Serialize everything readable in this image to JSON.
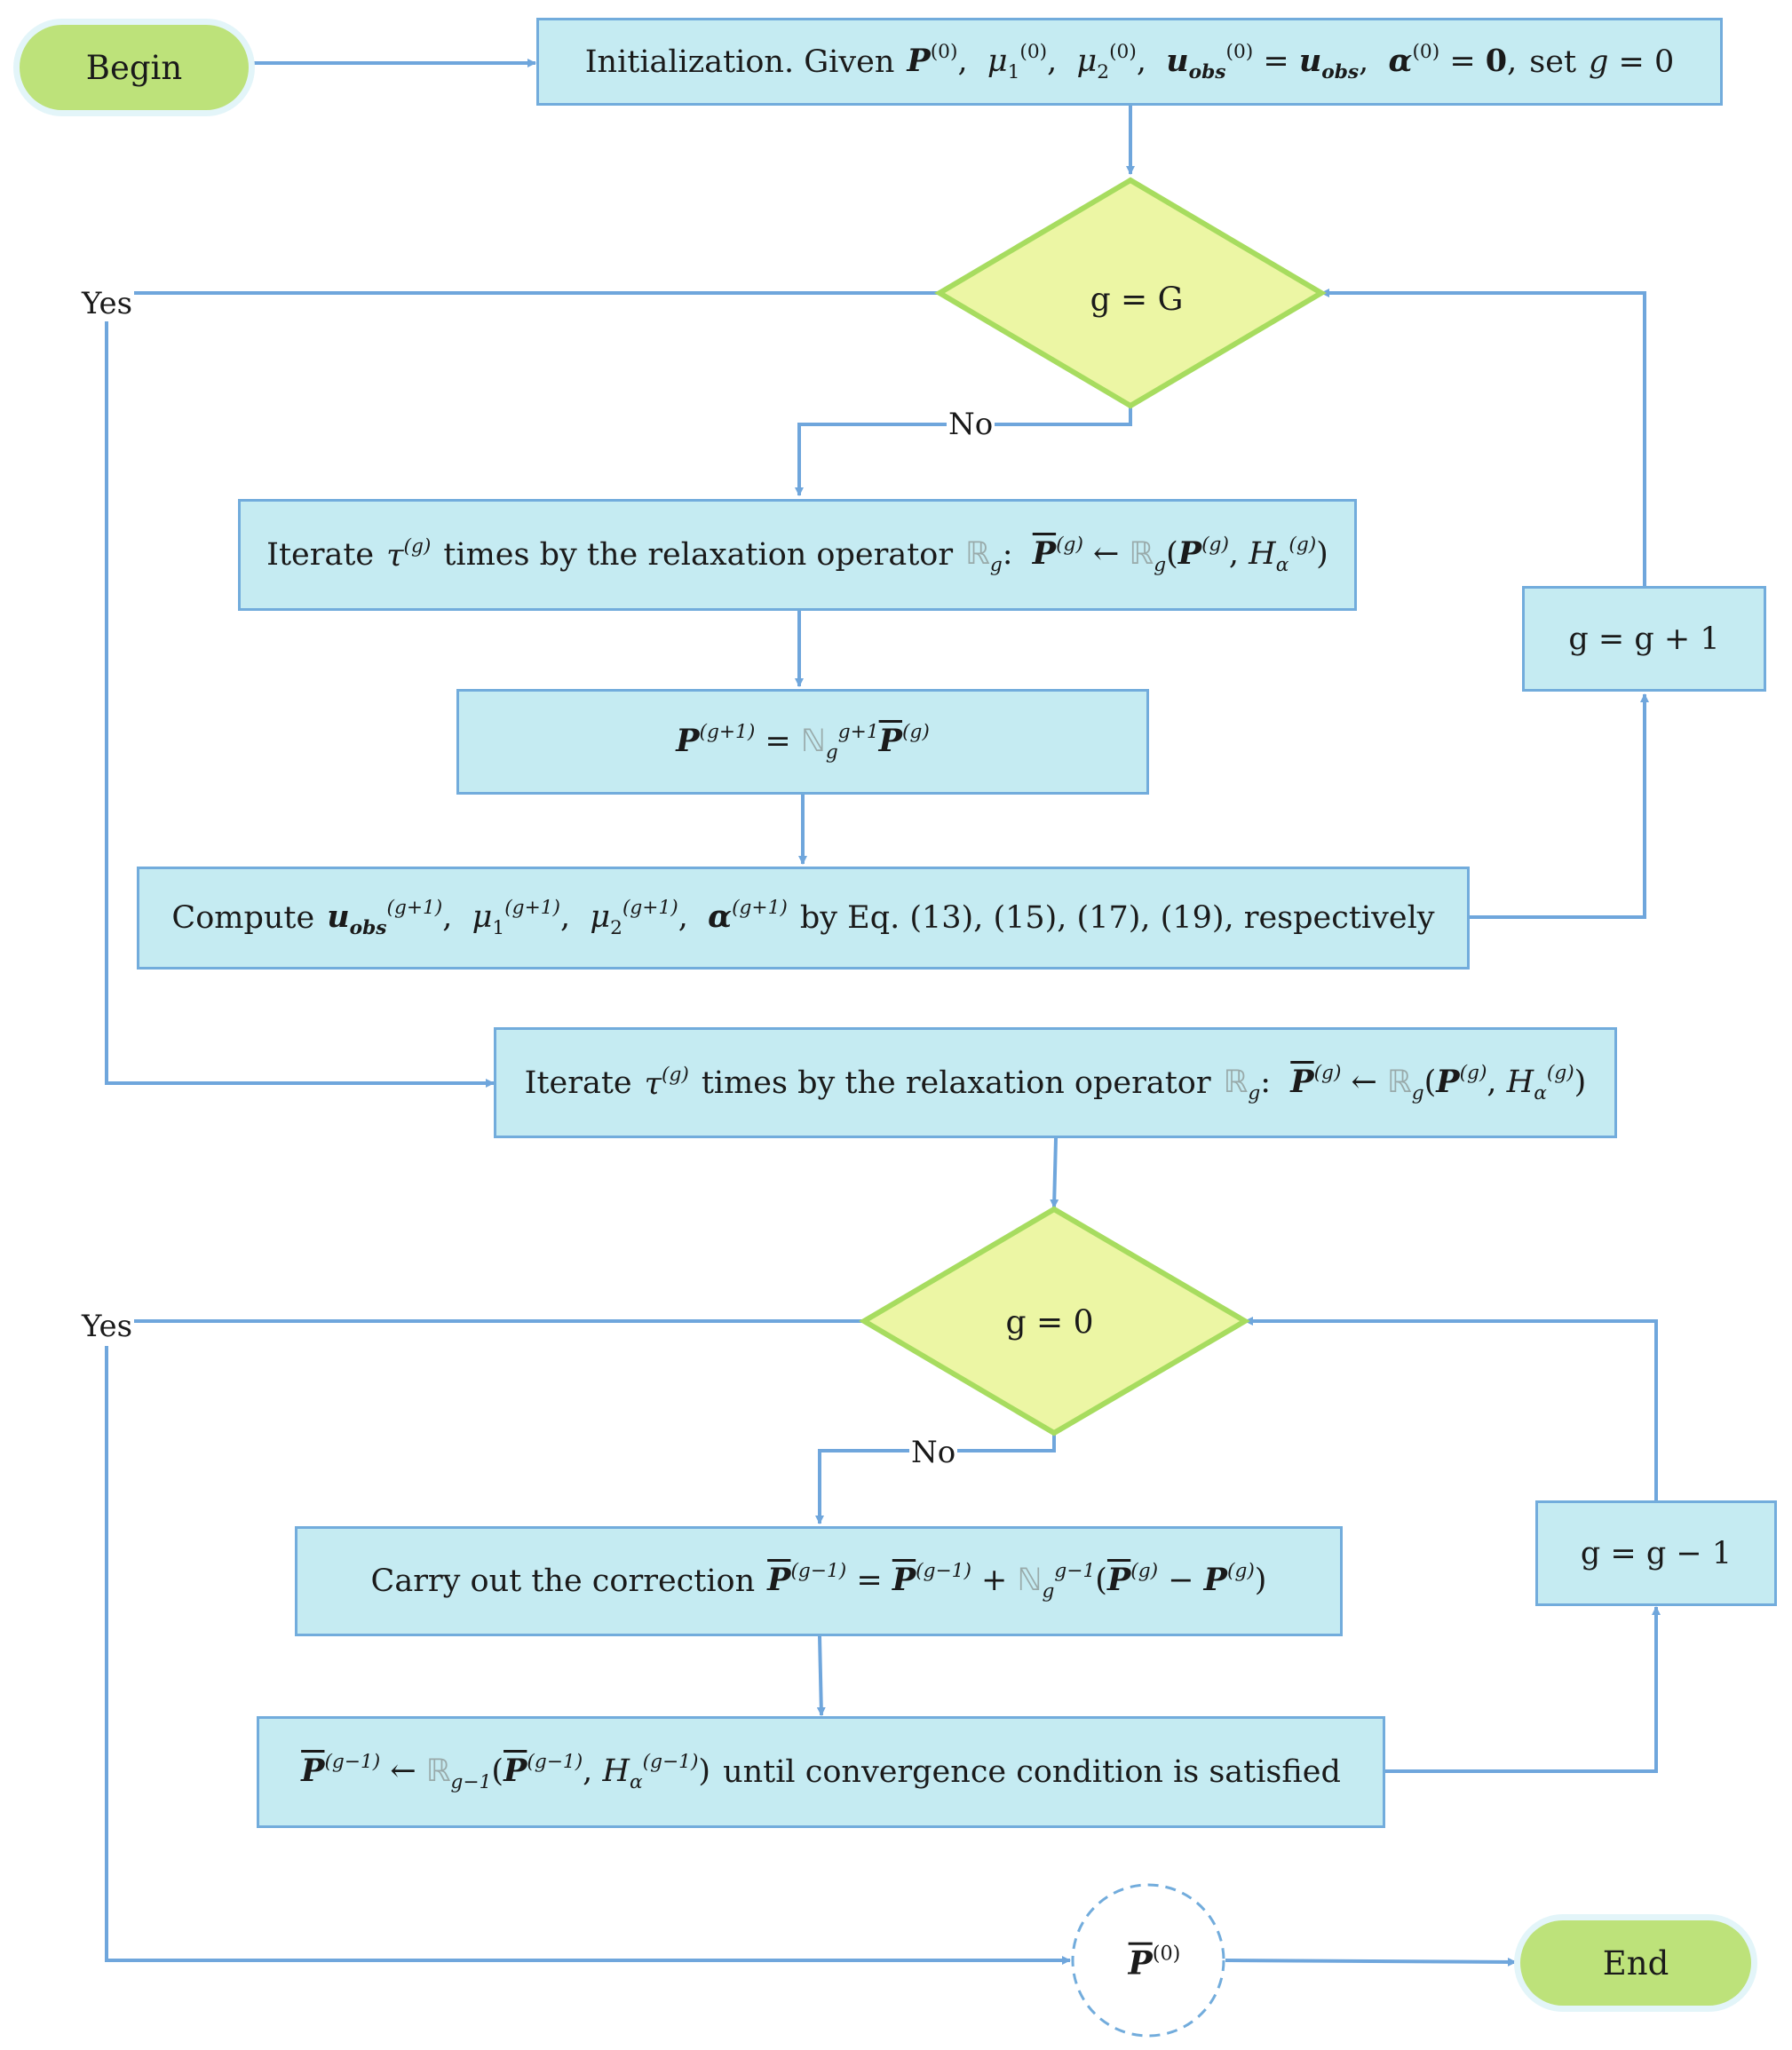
{
  "terminals": {
    "begin": "Begin",
    "end": "End"
  },
  "init": {
    "text": "Initialization. Given",
    "set": "set"
  },
  "decisions": {
    "top": "g = G",
    "bottom": "g = 0"
  },
  "branches": {
    "yes": "Yes",
    "no": "No"
  },
  "relax_box": {
    "prefix": "Iterate",
    "mid": "times by the relaxation operator"
  },
  "compute_box": {
    "prefix": "Compute",
    "suffix": "by Eq. (13), (15), (17), (19), respectively"
  },
  "correction_box": {
    "prefix": "Carry out the correction"
  },
  "converge_box": {
    "suffix": "until convergence condition is satisfied"
  },
  "increment": "g = g + 1",
  "decrement": "g = g − 1",
  "colors": {
    "box_fill": "#c5ebf2",
    "box_border": "#72acdc",
    "diamond_fill": "#ecf6a4",
    "diamond_border": "#a7dc5f",
    "terminal_fill": "#bde27a",
    "arrow": "#6fa6dc"
  }
}
